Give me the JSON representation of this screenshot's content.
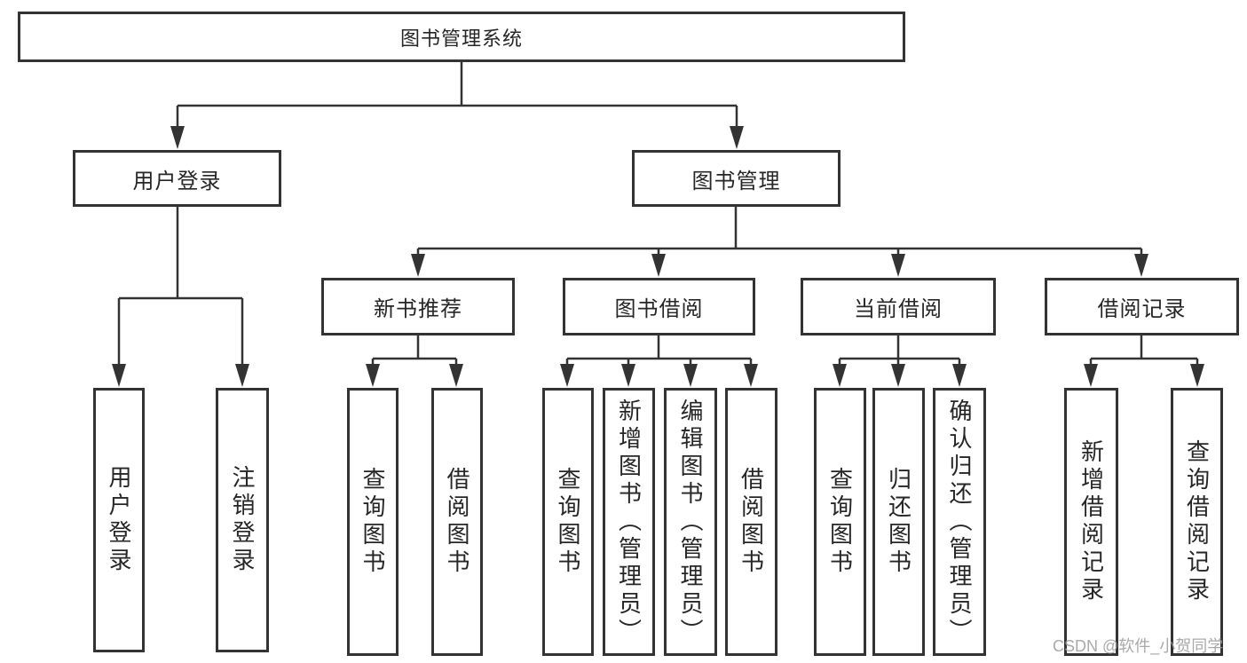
{
  "diagram": {
    "root": {
      "label": "图书管理系统"
    },
    "branches": [
      {
        "label": "用户登录",
        "children": [
          "用户登录",
          "注销登录"
        ]
      },
      {
        "label": "图书管理",
        "groups": [
          {
            "label": "新书推荐",
            "children": [
              "查询图书",
              "借阅图书"
            ]
          },
          {
            "label": "图书借阅",
            "children": [
              "查询图书",
              "新增图书（管理员）",
              "编辑图书（管理员）",
              "借阅图书"
            ]
          },
          {
            "label": "当前借阅",
            "children": [
              "查询图书",
              "归还图书",
              "确认归还（管理员）"
            ]
          },
          {
            "label": "借阅记录",
            "children": [
              "新增借阅记录",
              "查询借阅记录"
            ]
          }
        ]
      }
    ]
  },
  "watermark": {
    "text": "CSDN @软件_小贺同学",
    "color": "#9e9e9e"
  },
  "colors": {
    "line": "#333333",
    "box_border": "#333333",
    "text": "#262626",
    "background": "#ffffff"
  }
}
